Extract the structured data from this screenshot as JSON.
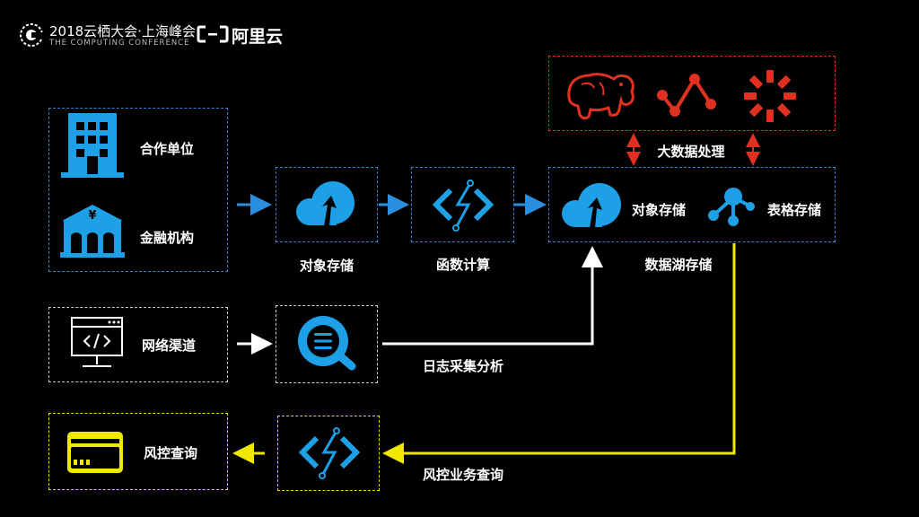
{
  "header": {
    "event_title": "2018云栖大会·上海峰会",
    "event_subtitle": "THE COMPUTING CONFERENCE",
    "partner_logo_text": "阿里云"
  },
  "sources": {
    "partner": "合作单位",
    "finance": "金融机构",
    "network": "网络渠道"
  },
  "pipeline": {
    "object_storage": "对象存储",
    "function_compute": "函数计算",
    "log_analysis": "日志采集分析",
    "risk_service_query": "风控业务查询"
  },
  "bigdata": {
    "label": "大数据处理",
    "icons": [
      "hadoop-elephant-icon",
      "spark-line-icon",
      "spinner-icon"
    ]
  },
  "datalake": {
    "label": "数据湖存储",
    "object_storage": "对象存储",
    "table_storage": "表格存储"
  },
  "output": {
    "risk_query": "风控查询"
  },
  "colors": {
    "accent_blue": "#1ea0e6",
    "arrow_blue": "#2b8fe0",
    "yellow": "#f0e800",
    "red": "#e03020",
    "white": "#ffffff"
  }
}
